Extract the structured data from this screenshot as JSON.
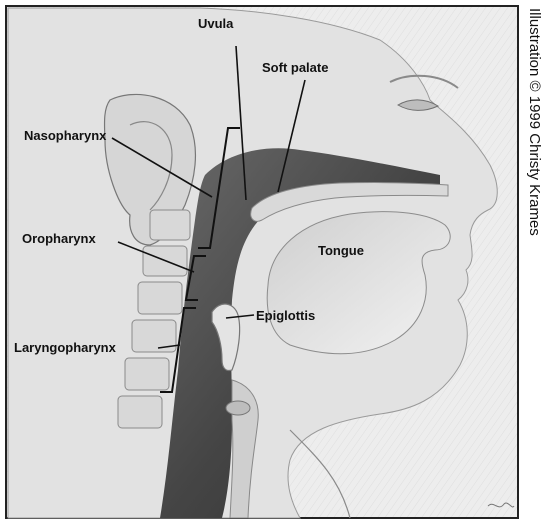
{
  "labels": {
    "uvula": "Uvula",
    "soft_palate": "Soft palate",
    "nasopharynx": "Nasopharynx",
    "oropharynx": "Oropharynx",
    "tongue": "Tongue",
    "epiglottis": "Epiglottis",
    "laryngopharynx": "Laryngopharynx"
  },
  "credit": "Illustration © 1999 Christy Krames",
  "colors": {
    "airway": "#3f3f3f",
    "tissue_light": "#e6e6e6",
    "background": "#ececec"
  }
}
